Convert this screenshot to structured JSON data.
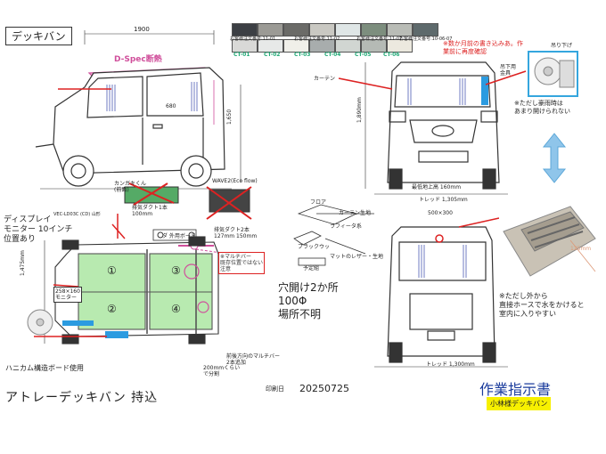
{
  "header": {
    "title": "デッキバン",
    "width_dim": "1900",
    "brand": "D-Spec断熱"
  },
  "swatches": {
    "labels": [
      "お客様注文番号:11-01",
      "お客様注文番号:11-02",
      "お客様注文番号:1-03",
      "お客様注文番号:06-01",
      "お客様注文番号:11-07",
      "お客様注文番号:6-1",
      "お客様注文番号:10-06-07"
    ],
    "codes": [
      "CT-01",
      "CT-02",
      "CT-03",
      "CT-04",
      "CT-05",
      "CT-06"
    ],
    "colors": [
      "#3c3f44",
      "#9b9a95",
      "#6b6b68",
      "#c9c8c2",
      "#dfe6e6",
      "#7d8e7e",
      "#b9bcb6",
      "#5e6a6c"
    ]
  },
  "notes": {
    "request": "※数か月前の書き込みあ。作業前に再度確認",
    "fan_label": "吊り下げ",
    "fan_note": "※ただし豪雨時は\nあまり開けられない",
    "curtain": "カーテン",
    "hanging_note": "吊下用\n金具",
    "height_dim": "1,890mm",
    "ground_clear": "最低地上高 160mm",
    "tread_front": "トレッド 1,305mm",
    "display": "ディスプレイ\nモニター 10インチ\n位置あり",
    "monitor": "258×160\nモニター",
    "kangaroo": "カンガキくん\n(前面)",
    "exhaust1": "排気ダクト1本\n100mm",
    "exhaust2": "排気ダクト2本\n127mm   150mm",
    "wave": "WAVE2(Eco flow)",
    "floor_board": "ダ 外用ボード",
    "multibar": "※マルチバー\n既存位置ではない\n注意",
    "holes": "穴開け2か所\n100Φ\n場所不明",
    "honeycomb": "ハニカム構造ボード使用",
    "vehicle": "アトレーデッキバン 持込",
    "print_date_label": "印刷日",
    "print_date": "20250725",
    "work_order": "作業指示書",
    "customer": "小林様デッキバン",
    "rear_dim": "500×300",
    "tread_rear": "トレッド 1,300mm",
    "flow": "フロア",
    "curtain_rail": "カーテン生地",
    "rafter": "ラフィータ系",
    "blackout": "ブラックウッ",
    "mat": "マットのレザー・生地",
    "board": "予定組",
    "rear_note": "※ただし外から\n直接ホースで水をかけると\n室内に入りやすい",
    "dim_125": "125mm",
    "front_dim": "1,475mm",
    "multibar2": "前後方向のマルチバー\n2本追加",
    "dim_200": "200mmくらい\nで分割",
    "vec_label": "VEC-LD03C (CD) 山形",
    "dim_680": "680",
    "dim_4950": "1,650",
    "regions": [
      "①",
      "②",
      "③",
      "④"
    ]
  }
}
